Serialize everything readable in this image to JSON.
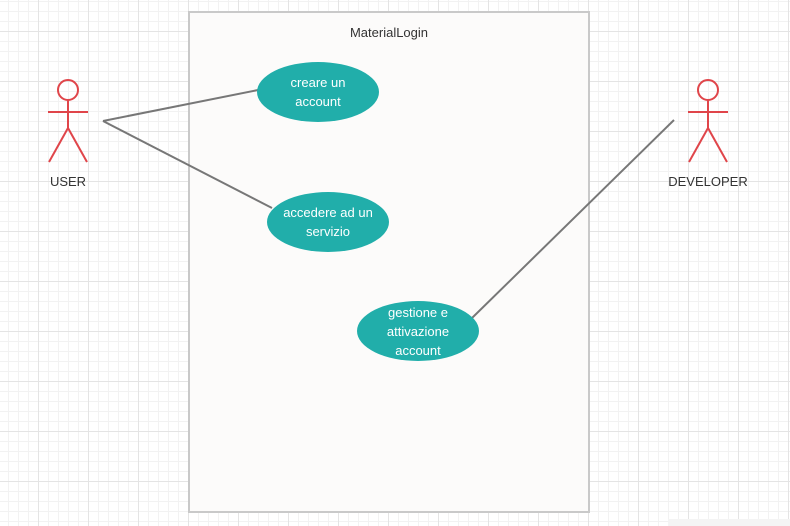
{
  "diagram": {
    "system": {
      "title": "MaterialLogin"
    },
    "actors": {
      "user": {
        "label": "USER"
      },
      "developer": {
        "label": "DEVELOPER"
      }
    },
    "use_cases": {
      "create_account": {
        "label": "creare un account"
      },
      "access_service": {
        "label": "accedere ad un servizio"
      },
      "manage_accounts": {
        "label": "gestione e attivazione account"
      }
    },
    "associations": [
      {
        "from": "USER",
        "to": "creare un account"
      },
      {
        "from": "USER",
        "to": "accedere ad un servizio"
      },
      {
        "from": "DEVELOPER",
        "to": "gestione e attivazione account"
      }
    ],
    "colors": {
      "use_case_fill": "#21aeaa",
      "actor_stroke": "#e0454a",
      "association_line": "#777777"
    }
  }
}
